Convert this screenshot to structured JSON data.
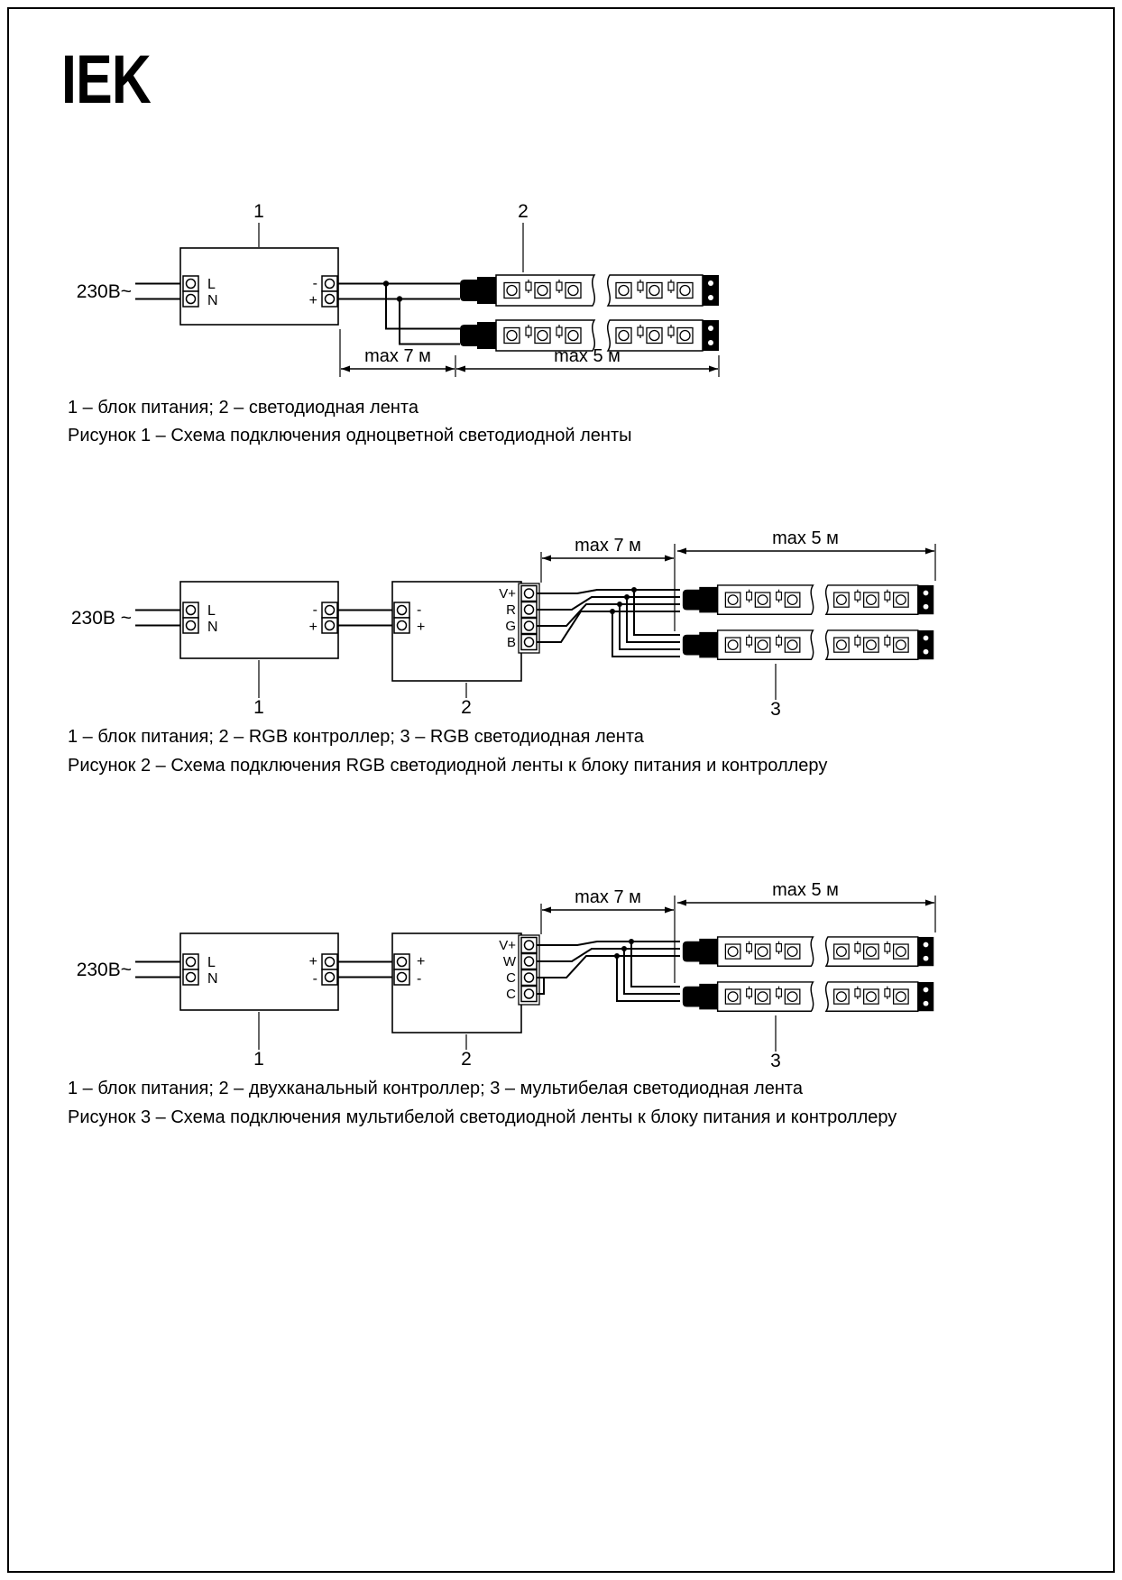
{
  "brand": {
    "logo_text": "IEK"
  },
  "fig1": {
    "callout_1": "1",
    "callout_2": "2",
    "mains": "230В~",
    "psu": {
      "l": "L",
      "n": "N",
      "out_top": "-",
      "out_bottom": "+"
    },
    "dim_left": "max 7 м",
    "dim_right": "max 5 м",
    "legend": "1 – блок питания; 2 – светодиодная лента",
    "caption": "Рисунок 1 – Схема подключения одноцветной светодиодной ленты"
  },
  "fig2": {
    "callout_1": "1",
    "callout_2": "2",
    "callout_3": "3",
    "mains": "230В ~",
    "psu": {
      "l": "L",
      "n": "N",
      "out_top": "-",
      "out_bottom": "+"
    },
    "controller": {
      "in_top": "-",
      "in_bottom": "+",
      "out1": "V+",
      "out2": "R",
      "out3": "G",
      "out4": "B"
    },
    "dim_left": "max 7 м",
    "dim_right": "max 5 м",
    "legend": "1 – блок питания; 2 – RGB контроллер; 3 – RGB светодиодная лента",
    "caption": "Рисунок 2 – Схема подключения RGB светодиодной ленты к блоку питания и контроллеру"
  },
  "fig3": {
    "callout_1": "1",
    "callout_2": "2",
    "callout_3": "3",
    "mains": "230В~",
    "psu": {
      "l": "L",
      "n": "N",
      "out_top": "+",
      "out_bottom": "-"
    },
    "controller": {
      "in_top": "+",
      "in_bottom": "-",
      "out1": "V+",
      "out2": "W",
      "out3": "C",
      "out4": "C"
    },
    "dim_left": "max 7 м",
    "dim_right": "max 5 м",
    "legend": "1 – блок питания; 2 – двухканальный контроллер; 3 – мультибелая светодиодная лента",
    "caption": "Рисунок 3 – Схема подключения мультибелой светодиодной ленты к блоку питания и контроллеру"
  }
}
